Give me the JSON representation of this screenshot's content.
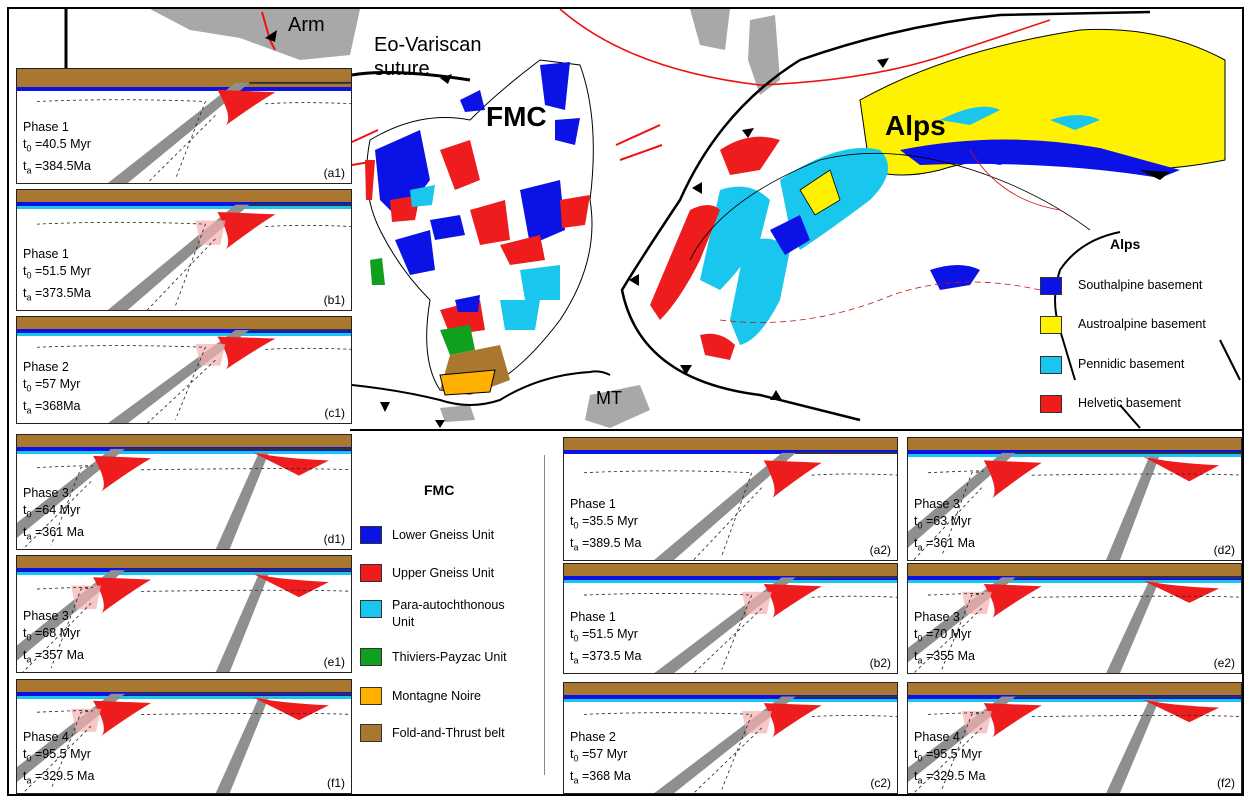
{
  "map": {
    "labels": {
      "arm": "Arm",
      "eo_variscan": "Eo-Variscan",
      "suture": "suture",
      "fmc": "FMC",
      "alps": "Alps",
      "mt": "MT"
    }
  },
  "alps_legend": {
    "title": "Alps",
    "items": [
      {
        "label": "Southalpine basement",
        "color": "#0a12e6"
      },
      {
        "label": "Austroalpine basement",
        "color": "#fff200"
      },
      {
        "label": "Pennidic basement",
        "color": "#19c6ee"
      },
      {
        "label": "Helvetic basement",
        "color": "#ee1c1c"
      }
    ]
  },
  "fmc_legend": {
    "title": "FMC",
    "items": [
      {
        "label": "Lower Gneiss Unit",
        "color": "#0a12e6"
      },
      {
        "label": "Upper Gneiss Unit",
        "color": "#ee1c1c"
      },
      {
        "label": "Para-autochthonous",
        "label2": "Unit",
        "color": "#19c6ee"
      },
      {
        "label": "Thiviers-Payzac Unit",
        "color": "#10a020"
      },
      {
        "label": "Montagne Noire",
        "color": "#ffb000"
      },
      {
        "label": "Fold-and-Thrust belt",
        "color": "#a9772f"
      }
    ]
  },
  "panels": [
    {
      "phase": "Phase 1",
      "t0": "=40.5 Myr",
      "ta": "=384.5Ma",
      "id": "(a1)"
    },
    {
      "phase": "Phase 1",
      "t0": "=51.5 Myr",
      "ta": "=373.5Ma",
      "id": "(b1)"
    },
    {
      "phase": "Phase 2",
      "t0": "=57 Myr",
      "ta": "=368Ma",
      "id": "(c1)"
    },
    {
      "phase": "Phase 3",
      "t0": "=64 Myr",
      "ta": "=361 Ma",
      "id": "(d1)"
    },
    {
      "phase": "Phase 3",
      "t0": "=68 Myr",
      "ta": "=357 Ma",
      "id": "(e1)"
    },
    {
      "phase": "Phase 4",
      "t0": "=95.5 Myr",
      "ta": "=329.5 Ma",
      "id": "(f1)"
    },
    {
      "phase": "Phase 1",
      "t0": "=35.5 Myr",
      "ta": "=389.5 Ma",
      "id": "(a2)"
    },
    {
      "phase": "Phase 1",
      "t0": "=51.5 Myr",
      "ta": "=373.5 Ma",
      "id": "(b2)"
    },
    {
      "phase": "Phase 2",
      "t0": "=57 Myr",
      "ta": "=368 Ma",
      "id": "(c2)"
    },
    {
      "phase": "Phase 3",
      "t0": "=63 Myr",
      "ta": "=361 Ma",
      "id": "(d2)"
    },
    {
      "phase": "Phase 3",
      "t0": "=70 Myr",
      "ta": "=355 Ma",
      "id": "(e2)"
    },
    {
      "phase": "Phase 4",
      "t0": "=95.5 Myr",
      "ta": "=329.5 Ma",
      "id": "(f2)"
    }
  ],
  "sub": {
    "t0": "0",
    "ta": "a"
  },
  "colors": {
    "blue": "#0a12e6",
    "red": "#ee1c1c",
    "cyan": "#19c6ee",
    "green": "#10a020",
    "orange": "#ffb000",
    "brown": "#a9772f",
    "yellow": "#fff200",
    "grey": "#999999"
  }
}
